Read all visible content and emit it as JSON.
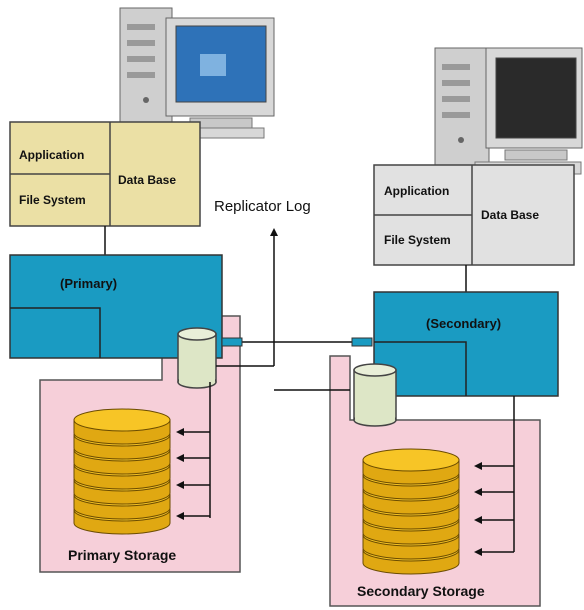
{
  "labels": {
    "primary_application": "Application",
    "primary_file_system": "File System",
    "primary_database": "Data Base",
    "primary_server": "(Primary)",
    "primary_storage": "Primary Storage",
    "replicator_log": "Replicator  Log",
    "secondary_application": "Application",
    "secondary_file_system": "File System",
    "secondary_database": "Data Base",
    "secondary_server": "(Secondary)",
    "secondary_storage": "Secondary Storage"
  },
  "colors": {
    "primary_stack_fill": "#ebe0a5",
    "secondary_stack_fill": "#e1e1e1",
    "server_fill": "#1a9bc2",
    "storage_zone_fill": "#f6cfd9",
    "disk_fill": "#f7c526",
    "log_volume_fill": "#dde6c6",
    "line_color": "#111111"
  },
  "icons": {
    "computers": "desktop-computer-icon",
    "disk_stacks": "disk-stack-icon",
    "log_volumes": "log-volume-icon"
  }
}
